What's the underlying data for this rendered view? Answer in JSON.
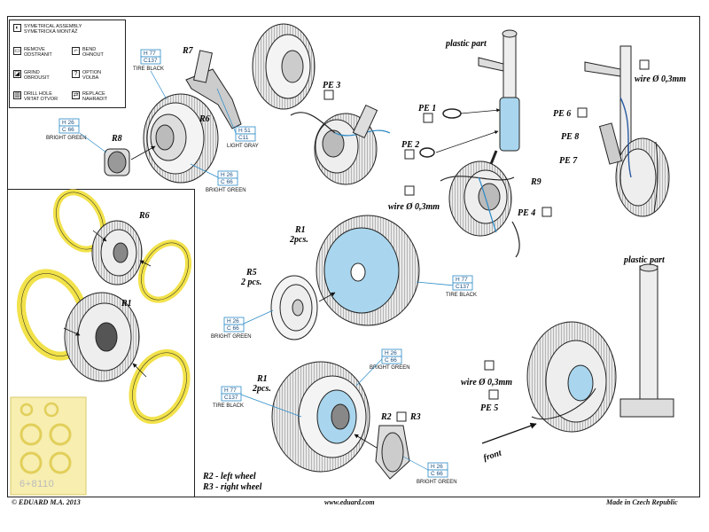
{
  "legend": [
    {
      "icon": "symmetrical-assembly-icon",
      "glyph": "◐",
      "en": "SYMETRICAL ASSEMBLY",
      "cz": "SYMETRICKÁ MONTÁŽ"
    },
    {
      "icon": "remove-icon",
      "glyph": "▭",
      "en": "REMOVE",
      "cz": "ODSTRANIT"
    },
    {
      "icon": "bend-icon",
      "glyph": "⌐",
      "en": "BEND",
      "cz": "OHNOUT"
    },
    {
      "icon": "grind-icon",
      "glyph": "◪",
      "en": "GRIND",
      "cz": "OBROUSIT"
    },
    {
      "icon": "option-icon",
      "glyph": "?",
      "en": "OPTION",
      "cz": "VOLBA"
    },
    {
      "icon": "drill-hole-icon",
      "glyph": "▥",
      "en": "DRILL HOLE",
      "cz": "VRTAT OTVOR"
    },
    {
      "icon": "replace-icon",
      "glyph": "⇄",
      "en": "REPLACE",
      "cz": "NAHRADIT"
    }
  ],
  "parts": {
    "r7": "R7",
    "r6": "R6",
    "r8": "R8",
    "pe3": "PE 3",
    "pe1": "PE 1",
    "pe2": "PE 2",
    "pe4": "PE 4",
    "pe5": "PE 5",
    "pe6": "PE 6",
    "pe7": "PE 7",
    "pe8": "PE 8",
    "r9": "R9",
    "r1": "R1",
    "r2": "R2",
    "r3": "R3",
    "r5": "R5",
    "pcs2": "2pcs.",
    "pcs2b": "2 pcs.",
    "pcs2c": "2pcs.",
    "r1b": "R1",
    "r1c": "R1",
    "r6b": "R6",
    "plastic_part_1": "plastic part",
    "plastic_part_2": "plastic part",
    "wire_1": "wire Ø 0,3mm",
    "wire_2": "wire Ø 0,3mm",
    "wire_3": "wire Ø 0,3mm",
    "left_wheel": "R2 - left wheel",
    "right_wheel": "R3 - right wheel",
    "front": "front"
  },
  "codes": {
    "tire_black_1": {
      "h": "H 77",
      "c": "C137",
      "name": "TIRE BLACK"
    },
    "bright_green_1": {
      "h": "H 26",
      "c": "C 66",
      "name": "BRIGHT GREEN"
    },
    "light_gray": {
      "h": "H 51",
      "c": "C11",
      "name": "LIGHT GRAY"
    },
    "bright_green_2": {
      "h": "H 26",
      "c": "C 66",
      "name": "BRIGHT GREEN"
    },
    "tire_black_2": {
      "h": "H 77",
      "c": "C137",
      "name": "TIRE BLACK"
    },
    "bright_green_3": {
      "h": "H 26",
      "c": "C 66",
      "name": "BRIGHT GREEN"
    },
    "bright_green_4": {
      "h": "H 26",
      "c": "C 66",
      "name": "BRIGHT GREEN"
    },
    "tire_black_3": {
      "h": "H 77",
      "c": "C137",
      "name": "TIRE BLACK"
    },
    "bright_green_5": {
      "h": "H 26",
      "c": "C 66",
      "name": "BRIGHT GREEN"
    }
  },
  "colors": {
    "mask_yellow": "#f2e24a",
    "wheel_blue": "#a9d6ee",
    "line_blue": "#2a8ac7"
  },
  "footer": {
    "left": "© EDUARD  M.A. 2013",
    "center": "www.eduard.com",
    "right": "Made in Czech Republic"
  },
  "part_number": "6+8110"
}
